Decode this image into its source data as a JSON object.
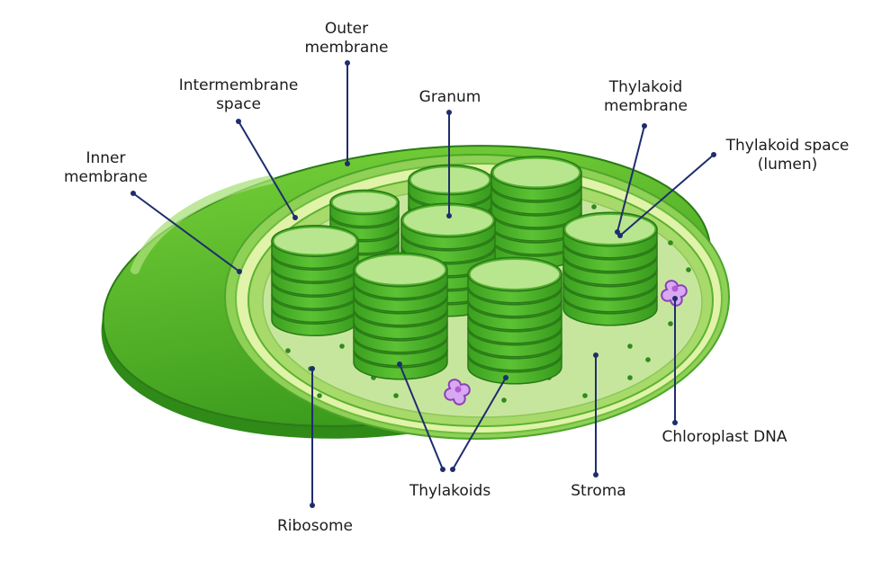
{
  "labels": {
    "outer_membrane": [
      "Outer",
      "membrane"
    ],
    "intermembrane_space": [
      "Intermembrane",
      "space"
    ],
    "inner_membrane": [
      "Inner",
      "membrane"
    ],
    "granum": [
      "Granum"
    ],
    "thylakoid_membrane": [
      "Thylakoid",
      "membrane"
    ],
    "thylakoid_space": [
      "Thylakoid space",
      "(lumen)"
    ],
    "chloroplast_dna": [
      "Chloroplast DNA"
    ],
    "stroma": [
      "Stroma"
    ],
    "thylakoids": [
      "Thylakoids"
    ],
    "ribosome": [
      "Ribosome"
    ]
  },
  "colors": {
    "outer_dark": "#3f9e1e",
    "outer_mid": "#5fbf2c",
    "outer_light": "#8fd860",
    "intermembrane": "#d9f0a2",
    "inner_ring": "#9ad35a",
    "stroma": "#c5e59a",
    "disc_side": "#46ad26",
    "disc_top": "#b4e48a",
    "leader_line": "#1f2d6e",
    "dna": "#b45ad6",
    "ribosome_dot": "#2f8a1c"
  }
}
